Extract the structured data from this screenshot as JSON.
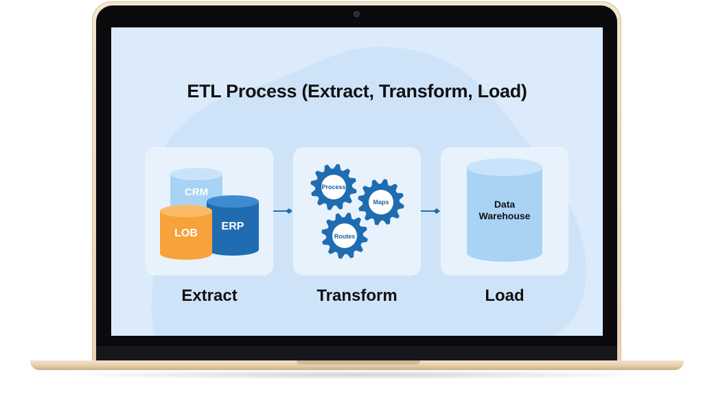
{
  "title": "ETL Process (Extract, Transform, Load)",
  "stages": [
    {
      "label": "Extract",
      "sources": [
        "CRM",
        "LOB",
        "ERP"
      ]
    },
    {
      "label": "Transform",
      "gears": [
        "Process",
        "Maps",
        "Routes"
      ]
    },
    {
      "label": "Load",
      "target_line1": "Data",
      "target_line2": "Warehouse"
    }
  ],
  "colors": {
    "screen_bg": "#dcebfb",
    "card_bg": "#e8f2fd",
    "crm": "#a9d3f5",
    "lob": "#f7a23b",
    "erp": "#1f6cb0",
    "gear": "#1f6cb0",
    "warehouse": "#a9d3f5",
    "connector": "#1f6cb0"
  },
  "icons": [
    "database-cylinder-icon",
    "gear-icon",
    "arrow-connector-icon",
    "camera-icon"
  ]
}
